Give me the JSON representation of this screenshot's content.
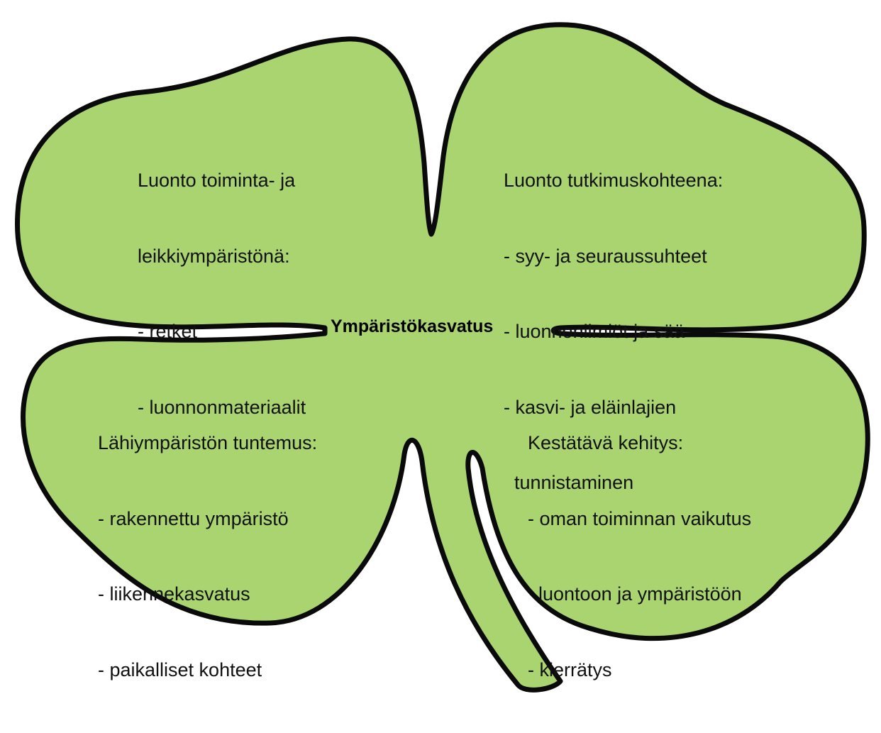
{
  "colors": {
    "clover_fill": "#a9d46f",
    "clover_outline": "#0a0a0a",
    "text": "#111111",
    "background": "#ffffff"
  },
  "center_label": "Ympäristökasvatus",
  "leaves": {
    "top_left": {
      "title_lines": [
        "Luonto toiminta- ja",
        "leikkiympäristönä:"
      ],
      "items": [
        "- retket",
        "- luonnonmateriaalit"
      ]
    },
    "top_right": {
      "title_lines": [
        "Luonto tutkimuskohteena:"
      ],
      "items": [
        "- syy- ja seuraussuhteet",
        "- luonnonilmiöt ja sää",
        "- kasvi- ja eläinlajien",
        "  tunnistaminen"
      ]
    },
    "bottom_left": {
      "title_lines": [
        "Lähiympäristön tuntemus:"
      ],
      "items": [
        "- rakennettu ympäristö",
        "- liikennekasvatus",
        "- paikalliset kohteet"
      ]
    },
    "bottom_right": {
      "title_lines": [
        "Kestätävä kehitys:"
      ],
      "items": [
        "- oman toiminnan vaikutus",
        "  luontoon ja ympäristöön",
        "- kierrätys"
      ]
    }
  }
}
